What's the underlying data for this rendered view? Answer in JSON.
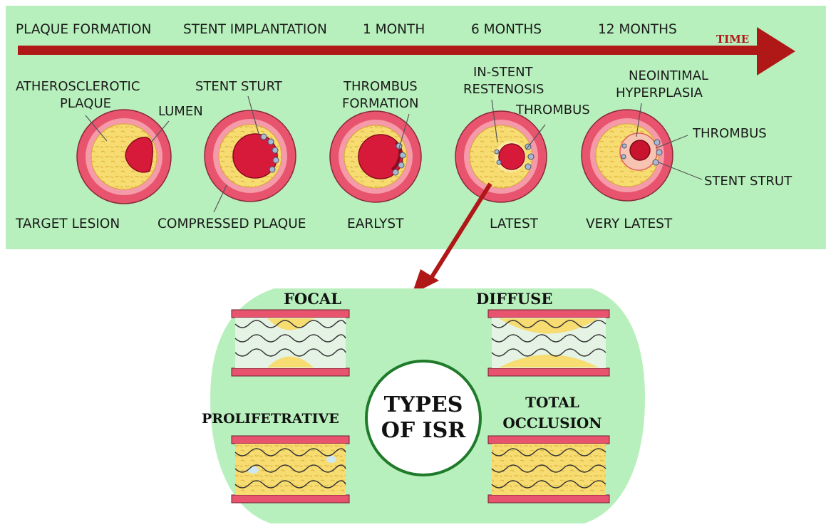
{
  "timeline": {
    "stages": [
      "PLAQUE FORMATION",
      "STENT IMPLANTATION",
      "1 MONTH",
      "6 MONTHS",
      "12 MONTHS"
    ],
    "arrow_label": "TIME"
  },
  "top_labels": {
    "atherosclerotic_1": "ATHEROSCLEROTIC",
    "atherosclerotic_2": "PLAQUE",
    "lumen": "LUMEN",
    "stent_sturt": "STENT STURT",
    "thrombus_formation_1": "THROMBUS",
    "thrombus_formation_2": "FORMATION",
    "in_stent_1": "IN-STENT",
    "in_stent_2": "RESTENOSIS",
    "thrombus_6m": "THROMBUS",
    "neointimal_1": "NEOINTIMAL",
    "neointimal_2": "HYPERPLASIA",
    "thrombus_12m": "THROMBUS",
    "stent_strut": "STENT STRUT"
  },
  "bottom_labels": [
    "TARGET LESION",
    "COMPRESSED PLAQUE",
    "EARLYST",
    "LATEST",
    "VERY LATEST"
  ],
  "isr": {
    "center_1": "TYPES",
    "center_2": "OF ISR",
    "focal": "FOCAL",
    "diffuse": "DIFFUSE",
    "proliferative": "PROLIFETRATIVE",
    "total_1": "TOTAL",
    "total_2": "OCCLUSION"
  },
  "colors": {
    "panel": "#b8f0bd",
    "arrow": "#b01818",
    "vessel_outer": "#e8536e",
    "vessel_mid": "#f59aa8",
    "plaque": "#f7dc72",
    "lumen": "#d81a3a",
    "isr_circle_border": "#1f7a2a"
  }
}
